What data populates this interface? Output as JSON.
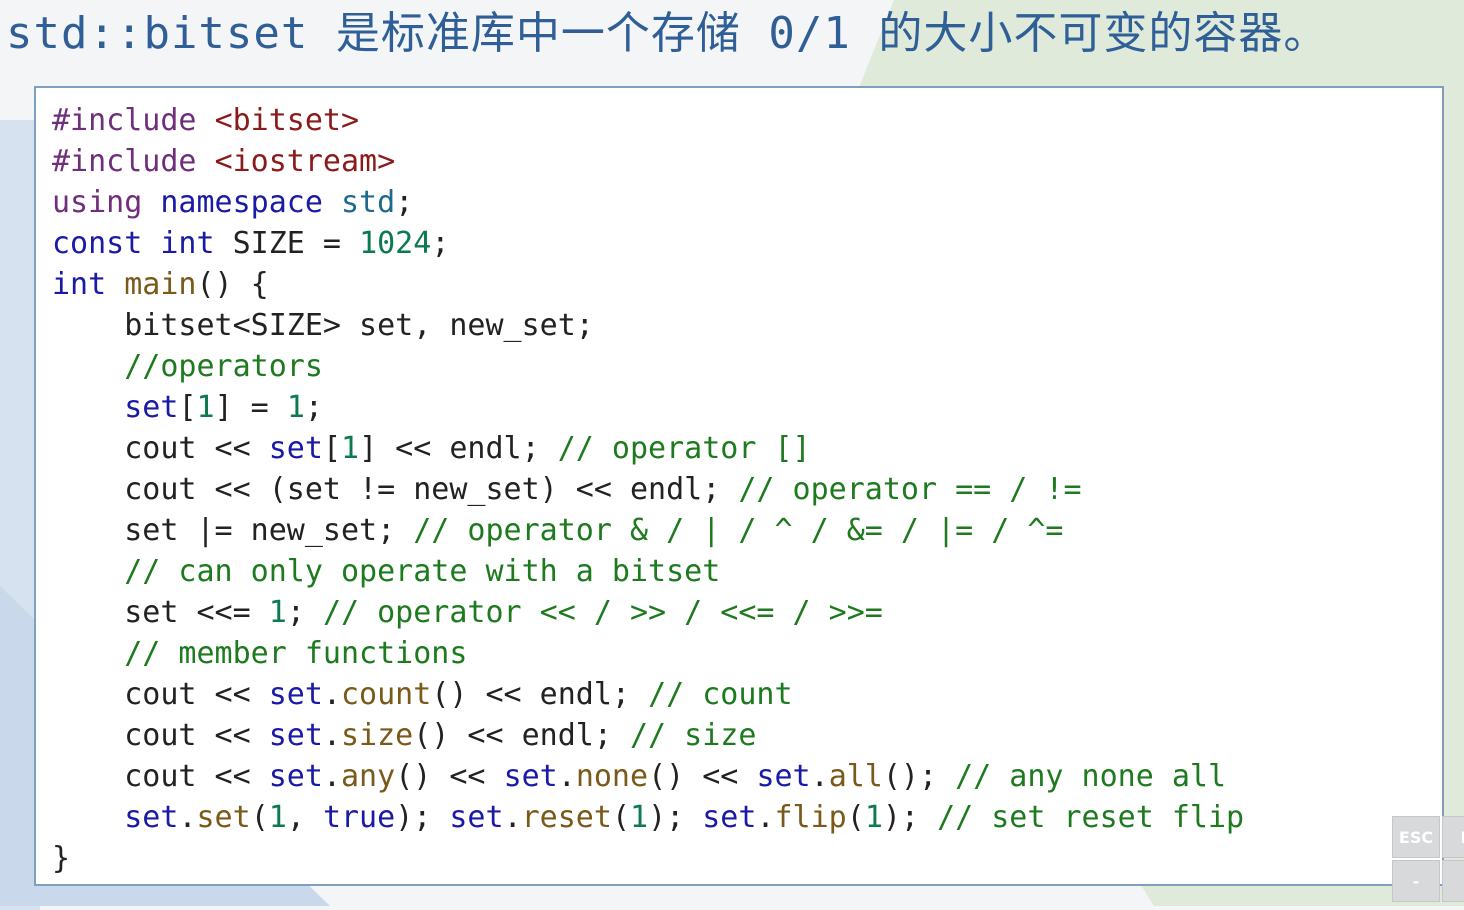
{
  "colors": {
    "plain": "#222222",
    "directive": "#6f2f7a",
    "include_path": "#8b1a1a",
    "keyword": "#1a1aa6",
    "type": "#1f6a8c",
    "number": "#0b7a4f",
    "function": "#7a5a1a",
    "comment": "#1e7a1e",
    "title": "#2f5f96"
  },
  "slide": {
    "title": "std::bitset 是标准库中一个存储 0/1 的大小不可变的容器。"
  },
  "code": {
    "lines": [
      [
        [
          "#include",
          "directive"
        ],
        [
          " ",
          "plain"
        ],
        [
          "<bitset>",
          "include_path"
        ]
      ],
      [
        [
          "#include",
          "directive"
        ],
        [
          " ",
          "plain"
        ],
        [
          "<iostream>",
          "include_path"
        ]
      ],
      [
        [
          "using",
          "directive"
        ],
        [
          " ",
          "plain"
        ],
        [
          "namespace",
          "keyword"
        ],
        [
          " ",
          "plain"
        ],
        [
          "std",
          "type"
        ],
        [
          ";",
          "plain"
        ]
      ],
      [
        [
          "const",
          "keyword"
        ],
        [
          " ",
          "plain"
        ],
        [
          "int",
          "keyword"
        ],
        [
          " SIZE = ",
          "plain"
        ],
        [
          "1024",
          "number"
        ],
        [
          ";",
          "plain"
        ]
      ],
      [
        [
          "int",
          "keyword"
        ],
        [
          " ",
          "plain"
        ],
        [
          "main",
          "function"
        ],
        [
          "() {",
          "plain"
        ]
      ],
      [
        [
          "    bitset<SIZE> set, new_set;",
          "plain"
        ]
      ],
      [
        [
          "    ",
          "plain"
        ],
        [
          "//operators",
          "comment"
        ]
      ],
      [
        [
          "    ",
          "plain"
        ],
        [
          "set",
          "keyword"
        ],
        [
          "[",
          "plain"
        ],
        [
          "1",
          "number"
        ],
        [
          "] = ",
          "plain"
        ],
        [
          "1",
          "number"
        ],
        [
          ";",
          "plain"
        ]
      ],
      [
        [
          "    cout << ",
          "plain"
        ],
        [
          "set",
          "keyword"
        ],
        [
          "[",
          "plain"
        ],
        [
          "1",
          "number"
        ],
        [
          "] << endl; ",
          "plain"
        ],
        [
          "// operator []",
          "comment"
        ]
      ],
      [
        [
          "    cout << (set != new_set) << endl; ",
          "plain"
        ],
        [
          "// operator == / !=",
          "comment"
        ]
      ],
      [
        [
          "    set |= new_set; ",
          "plain"
        ],
        [
          "// operator & / | / ^ / &= / |= / ^=",
          "comment"
        ]
      ],
      [
        [
          "    ",
          "plain"
        ],
        [
          "// can only operate with a bitset",
          "comment"
        ]
      ],
      [
        [
          "    set <<= ",
          "plain"
        ],
        [
          "1",
          "number"
        ],
        [
          "; ",
          "plain"
        ],
        [
          "// operator << / >> / <<= / >>=",
          "comment"
        ]
      ],
      [
        [
          "    ",
          "plain"
        ],
        [
          "// member functions",
          "comment"
        ]
      ],
      [
        [
          "    cout << ",
          "plain"
        ],
        [
          "set",
          "keyword"
        ],
        [
          ".",
          "plain"
        ],
        [
          "count",
          "function"
        ],
        [
          "() << endl; ",
          "plain"
        ],
        [
          "// count",
          "comment"
        ]
      ],
      [
        [
          "    cout << ",
          "plain"
        ],
        [
          "set",
          "keyword"
        ],
        [
          ".",
          "plain"
        ],
        [
          "size",
          "function"
        ],
        [
          "() << endl; ",
          "plain"
        ],
        [
          "// size",
          "comment"
        ]
      ],
      [
        [
          "    cout << ",
          "plain"
        ],
        [
          "set",
          "keyword"
        ],
        [
          ".",
          "plain"
        ],
        [
          "any",
          "function"
        ],
        [
          "() << ",
          "plain"
        ],
        [
          "set",
          "keyword"
        ],
        [
          ".",
          "plain"
        ],
        [
          "none",
          "function"
        ],
        [
          "() << ",
          "plain"
        ],
        [
          "set",
          "keyword"
        ],
        [
          ".",
          "plain"
        ],
        [
          "all",
          "function"
        ],
        [
          "(); ",
          "plain"
        ],
        [
          "// any none all",
          "comment"
        ]
      ],
      [
        [
          "    ",
          "plain"
        ],
        [
          "set",
          "keyword"
        ],
        [
          ".",
          "plain"
        ],
        [
          "set",
          "function"
        ],
        [
          "(",
          "plain"
        ],
        [
          "1",
          "number"
        ],
        [
          ", ",
          "plain"
        ],
        [
          "true",
          "keyword"
        ],
        [
          "); ",
          "plain"
        ],
        [
          "set",
          "keyword"
        ],
        [
          ".",
          "plain"
        ],
        [
          "reset",
          "function"
        ],
        [
          "(",
          "plain"
        ],
        [
          "1",
          "number"
        ],
        [
          "); ",
          "plain"
        ],
        [
          "set",
          "keyword"
        ],
        [
          ".",
          "plain"
        ],
        [
          "flip",
          "function"
        ],
        [
          "(",
          "plain"
        ],
        [
          "1",
          "number"
        ],
        [
          "); ",
          "plain"
        ],
        [
          "// set reset flip",
          "comment"
        ]
      ],
      [
        [
          "}",
          "plain"
        ]
      ]
    ]
  },
  "overlay": {
    "esc_label": "ESC",
    "f_label": "F",
    "dash_label": "-"
  }
}
